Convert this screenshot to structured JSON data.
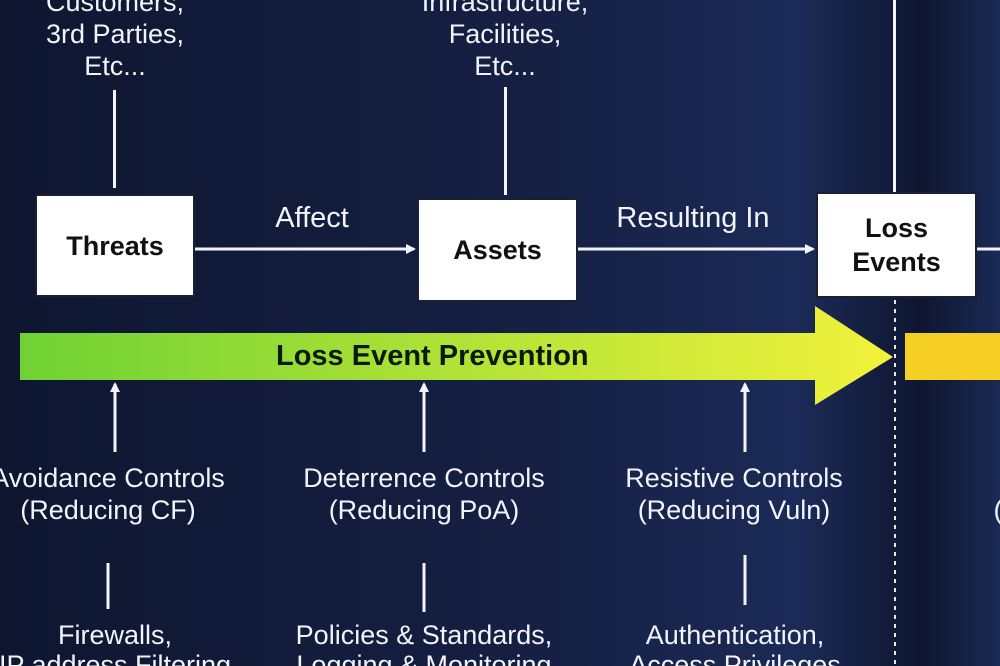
{
  "nodes": {
    "threats": "Threats",
    "assets": "Assets",
    "loss_events_line1": "Loss",
    "loss_events_line2": "Events"
  },
  "top_labels": {
    "threat_sources": [
      "Customers,",
      "3rd Parties,",
      "Etc..."
    ],
    "asset_types": [
      "Infrastructure,",
      "Facilities,",
      "Etc..."
    ]
  },
  "edges": {
    "affect": "Affect",
    "resulting_in": "Resulting In"
  },
  "prevention_arrow": {
    "label": "Loss Event Prevention",
    "colors": {
      "start": "#6fd234",
      "end": "#f2f23a",
      "next_segment": "#f5cf23"
    }
  },
  "controls": [
    {
      "name": "Avoidance Controls",
      "detail": "(Reducing CF)",
      "examples": [
        "Firewalls,",
        "IP address Filtering"
      ]
    },
    {
      "name": "Deterrence Controls",
      "detail": "(Reducing PoA)",
      "examples": [
        "Policies & Standards,",
        "Logging & Monitoring"
      ]
    },
    {
      "name": "Resistive Controls",
      "detail": "(Reducing Vuln)",
      "examples": [
        "Authentication,",
        "Access Privileges"
      ]
    }
  ],
  "right_edge_fragment": "("
}
